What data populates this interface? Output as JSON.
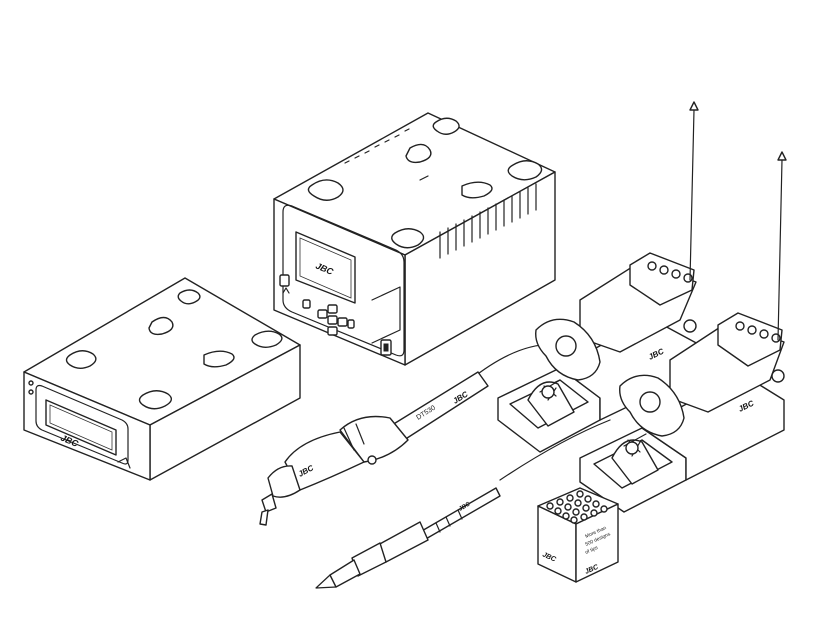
{
  "brand": "JBC",
  "model_label": "DT530",
  "container_text": [
    "More than",
    "500 designs",
    "of tips"
  ],
  "colors": {
    "line": "#222222",
    "background": "#ffffff"
  }
}
